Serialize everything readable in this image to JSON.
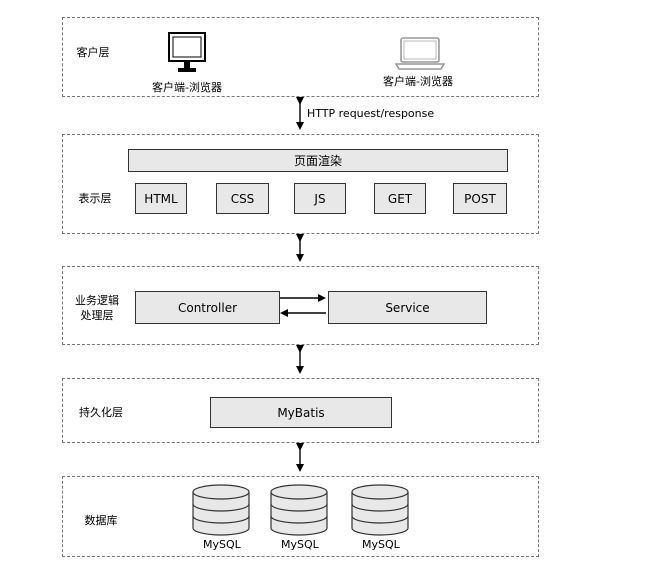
{
  "layers": {
    "client": {
      "label": "客户层",
      "monitor_caption": "客户端-浏览器",
      "laptop_caption": "客户端-浏览器"
    },
    "connector_client_presentation": "HTTP request/response",
    "presentation": {
      "label": "表示层",
      "render_box": "页面渲染",
      "items": [
        "HTML",
        "CSS",
        "JS",
        "GET",
        "POST"
      ]
    },
    "business": {
      "label_line1": "业务逻辑",
      "label_line2": "处理层",
      "controller": "Controller",
      "service": "Service"
    },
    "persistence": {
      "label": "持久化层",
      "mybatis": "MyBatis"
    },
    "database": {
      "label": "数据库",
      "dbs": [
        "MySQL",
        "MySQL",
        "MySQL"
      ]
    }
  },
  "colors": {
    "box_fill": "#e8e8e8",
    "border": "#333333",
    "dashed_border": "#777777"
  }
}
